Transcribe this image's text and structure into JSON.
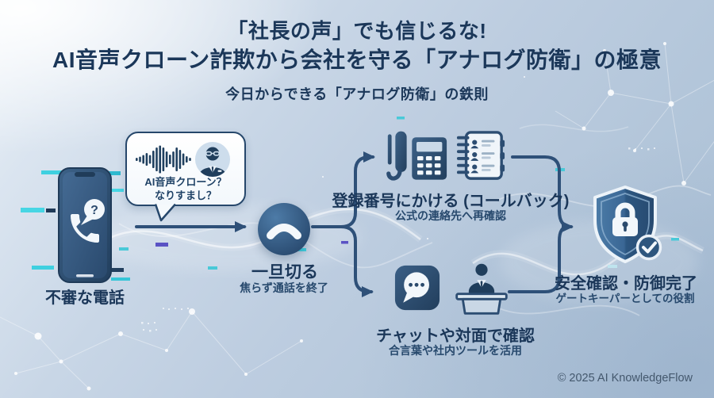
{
  "title": {
    "line1": "「社長の声」でも信じるな!",
    "line2": "AI音声クローン詐欺から会社を守る「アナログ防衛」の極意",
    "subtitle": "今日からできる「アナログ防衛」の鉄則"
  },
  "bubble": {
    "line1": "AI音声クローン？",
    "line2": "なりすまし？"
  },
  "phone": {
    "question_mark": "?"
  },
  "steps": {
    "suspicious": {
      "label": "不審な電話"
    },
    "hangup": {
      "label": "一旦切る",
      "sublabel": "焦らず通話を終了"
    },
    "callback": {
      "label": "登録番号にかける (コールバック)",
      "sublabel": "公式の連絡先へ再確認"
    },
    "chat": {
      "label": "チャットや対面で確認",
      "sublabel": "合言葉や社内ツールを活用"
    },
    "safe": {
      "label": "安全確認・防御完了",
      "sublabel": "ゲートキーパーとしての役割"
    }
  },
  "footer": {
    "copyright": "© 2025 AI KnowledgeFlow"
  },
  "colors": {
    "navy_text": "#1b3759",
    "icon_navy": "#2c4d72",
    "connector": "#2e5078",
    "cyan_accent": "#3fd0e0",
    "purple_accent": "#5a52c4",
    "shield_blue": "#3a6795",
    "background_blue": "#bccde0"
  }
}
